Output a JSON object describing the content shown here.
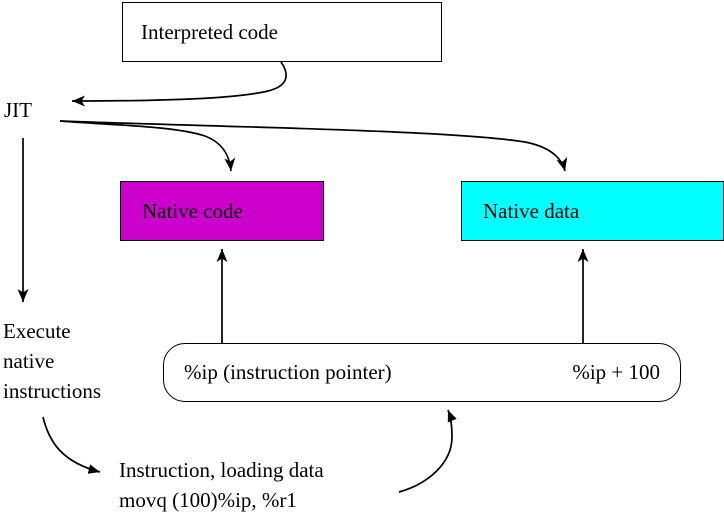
{
  "diagram": {
    "title": "JIT native code and data diagram",
    "colors": {
      "native_code_fill": "#cc00cc",
      "native_data_fill": "#00ffff",
      "box_fill": "#ffffff",
      "stroke": "#000000",
      "background": "#ffffff"
    },
    "nodes": {
      "interpreted_code": {
        "label": "Interpreted code",
        "shape": "rectangle",
        "fill": "#ffffff"
      },
      "jit": {
        "label": "JIT",
        "shape": "text"
      },
      "native_code": {
        "label": "Native code",
        "shape": "rectangle",
        "fill": "#cc00cc"
      },
      "native_data": {
        "label": "Native data",
        "shape": "rectangle",
        "fill": "#00ffff"
      },
      "ip_box": {
        "shape": "rounded-rectangle",
        "fill": "#ffffff",
        "left_label": "%ip (instruction pointer)",
        "right_label": "%ip + 100"
      },
      "execute": {
        "lines": [
          "Execute",
          "native",
          "instructions"
        ],
        "shape": "text"
      },
      "instruction": {
        "lines": [
          "Instruction, loading data",
          "movq (100)%ip, %r1"
        ],
        "shape": "text"
      }
    },
    "edges": [
      {
        "name": "interpreted-code-to-jit",
        "from": "interpreted_code",
        "to": "jit",
        "style": "curved-arrow"
      },
      {
        "name": "jit-to-native-code",
        "from": "jit",
        "to": "native_code",
        "style": "curved-arrow"
      },
      {
        "name": "jit-to-native-data",
        "from": "jit",
        "to": "native_data",
        "style": "curved-arrow"
      },
      {
        "name": "jit-to-execute",
        "from": "jit",
        "to": "execute",
        "style": "straight-arrow"
      },
      {
        "name": "ip-box-to-native-code",
        "from": "ip_box",
        "to": "native_code",
        "style": "straight-arrow"
      },
      {
        "name": "ip-box-to-native-data",
        "from": "ip_box",
        "to": "native_data",
        "style": "straight-arrow"
      },
      {
        "name": "execute-to-instruction",
        "from": "execute",
        "to": "instruction",
        "style": "curved-arrow"
      },
      {
        "name": "instruction-to-ip-box",
        "from": "instruction",
        "to": "ip_box",
        "style": "curved-arrow"
      }
    ]
  }
}
